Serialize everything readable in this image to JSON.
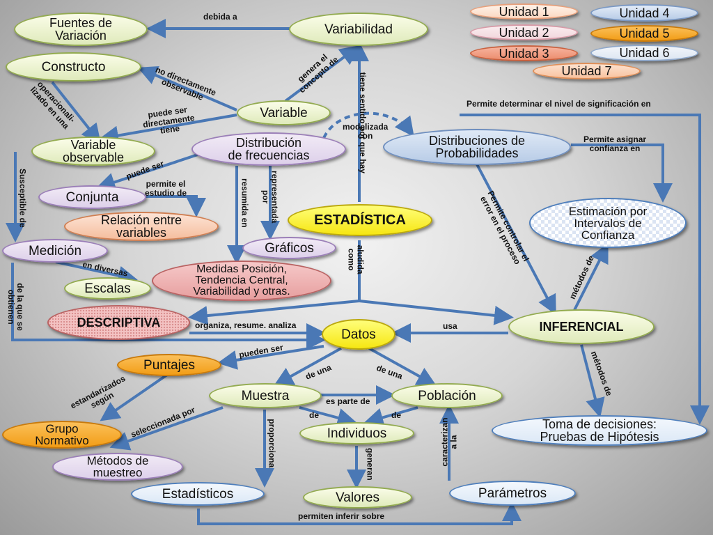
{
  "units": {
    "u1": "Unidad 1",
    "u2": "Unidad 2",
    "u3": "Unidad 3",
    "u4": "Unidad 4",
    "u5": "Unidad 5",
    "u6": "Unidad 6",
    "u7": "Unidad 7"
  },
  "nodes": {
    "fuentes": "Fuentes de\nVariación",
    "variabilidad": "Variabilidad",
    "constructo": "Constructo",
    "variable": "Variable",
    "variable_observable": "Variable\nobservable",
    "distribucion_frecuencias": "Distribución\nde frecuencias",
    "distribuciones_probabilidades": "Distribuciones de\nProbabilidades",
    "conjunta": "Conjunta",
    "relacion": "Relación entre\nvariables",
    "estimacion": "Estimación por\nIntervalos de\nConfianza",
    "medicion": "Medición",
    "estadistica": "ESTADÍSTICA",
    "graficos": "Gráficos",
    "escalas": "Escalas",
    "medidas": "Medidas Posición,\nTendencia Central,\nVariabilidad y otras.",
    "descriptiva": "DESCRIPTIVA",
    "inferencial": "INFERENCIAL",
    "datos": "Datos",
    "puntajes": "Puntajes",
    "muestra": "Muestra",
    "poblacion": "Población",
    "grupo_normativo": "Grupo\nNormativo",
    "individuos": "Individuos",
    "toma_decisiones": "Toma de decisiones:\nPruebas de Hipótesis",
    "metodos_muestreo": "Métodos de\nmuestreo",
    "estadisticos": "Estadísticos",
    "valores": "Valores",
    "parametros": "Parámetros"
  },
  "links": {
    "debida_a": "debida a",
    "genera_concepto": "genera el\nconcepto de",
    "tiene_sentido": "tiene sentido por que hay",
    "no_directamente": "no directamente\nobservable",
    "operacionalizado": "operacionali-\nlizado en una",
    "puede_ser_directamente": "puede ser\ndirectamente\ntiene",
    "modelizada_con": "modelizada\ncon",
    "permite_nivel": "Permite determinar el nivel de significación en",
    "permite_confianza": "Permite asignar\nconfianza en",
    "puede_ser": "puede ser",
    "permite_estudio": "permite el\nestudio de",
    "resumida_en": "resumida en",
    "representada_por": "representada\npor",
    "susceptible_de": "Susceptible de",
    "permite_controlar": "Permite controlar el\nerror en el proceso",
    "en_diversas": "en diversas",
    "aludida_como": "aludida\ncomo",
    "de_la_que_se_obtienen": "de la que se\nobtienen",
    "metodos_de_1": "métodos de",
    "organiza": "organiza, resume. analiza",
    "usa": "usa",
    "pueden_ser": "pueden ser",
    "de_una_1": "de una",
    "de_una_2": "de una",
    "metodos_de_2": "métodos de",
    "estandarizados": "estandarizados\nsegún",
    "es_parte_de": "es parte de",
    "de_1": "de",
    "de_2": "de",
    "seleccionada_por": "seleccionada por",
    "proporciona": "proporciona",
    "caracterizan": "caracterizan\na la",
    "generan": "generan",
    "permiten_inferir": "permiten inferir sobre"
  },
  "colors": {
    "connector": "#4a78b5",
    "green": "#dfeabb",
    "salmon": "#f5bd9d",
    "orange": "#f29d16",
    "yellow": "#f6e612",
    "blue": "#b7cbe6"
  }
}
